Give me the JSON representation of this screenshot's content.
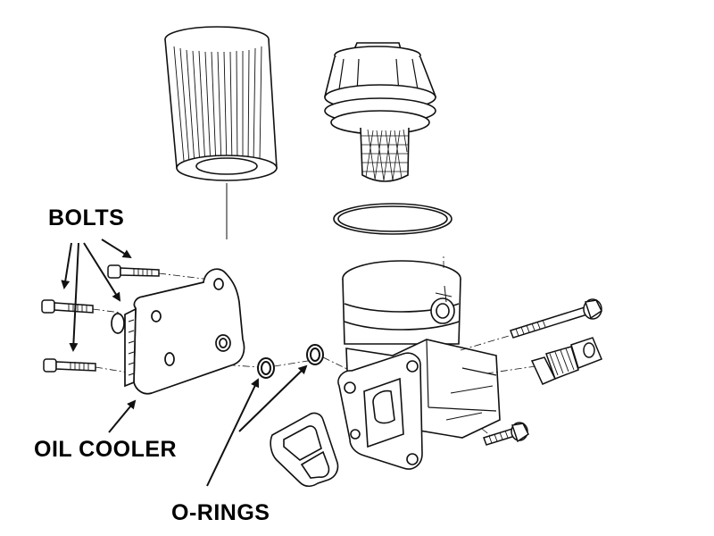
{
  "labels": {
    "bolts": "BOLTS",
    "oil_cooler": "OIL COOLER",
    "o_rings": "O-RINGS"
  },
  "colors": {
    "line": "#111111",
    "background": "#ffffff"
  }
}
